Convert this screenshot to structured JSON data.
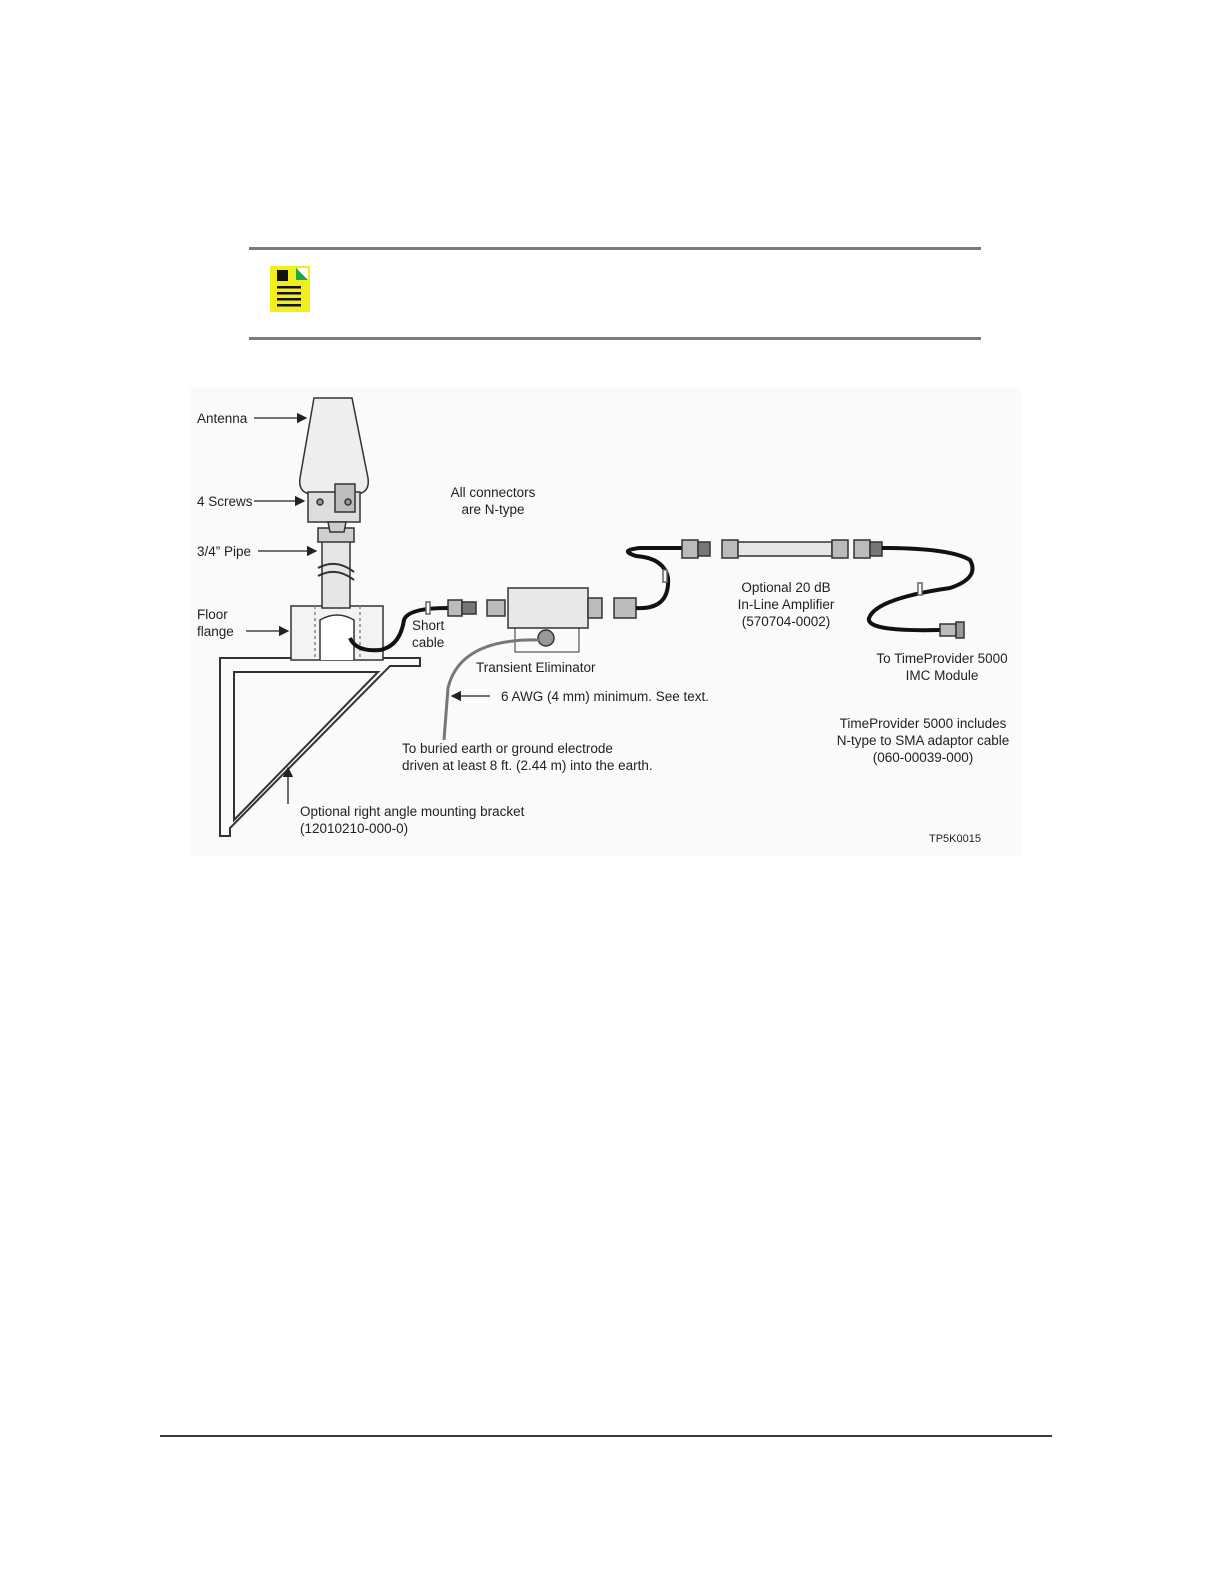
{
  "note": {
    "icon": "note-icon"
  },
  "diagram": {
    "labels": {
      "antenna": "Antenna",
      "screws": "4 Screws",
      "pipe": "3/4” Pipe",
      "floor_flange_line1": "Floor",
      "floor_flange_line2": "flange",
      "connectors_line1": "All connectors",
      "connectors_line2": "are N-type",
      "short_cable_line1": "Short",
      "short_cable_line2": "cable",
      "transient_eliminator": "Transient Eliminator",
      "amplifier_line1": "Optional 20 dB",
      "amplifier_line2": "In-Line Amplifier",
      "amplifier_line3": "(570704-0002)",
      "to_tp_line1": "To TimeProvider 5000",
      "to_tp_line2": "IMC Module",
      "wire_gauge": "6 AWG (4 mm) minimum. See text.",
      "ground_line1": "To buried earth or ground electrode",
      "ground_line2": "driven at least 8 ft. (2.44 m) into the earth.",
      "includes_line1": "TimeProvider 5000 includes",
      "includes_line2": "N-type to SMA adaptor cable",
      "includes_line3": "(060-00039-000)",
      "bracket_line1": "Optional right angle mounting bracket",
      "bracket_line2": "(12010210-000-0)",
      "figure_id": "TP5K0015"
    }
  }
}
